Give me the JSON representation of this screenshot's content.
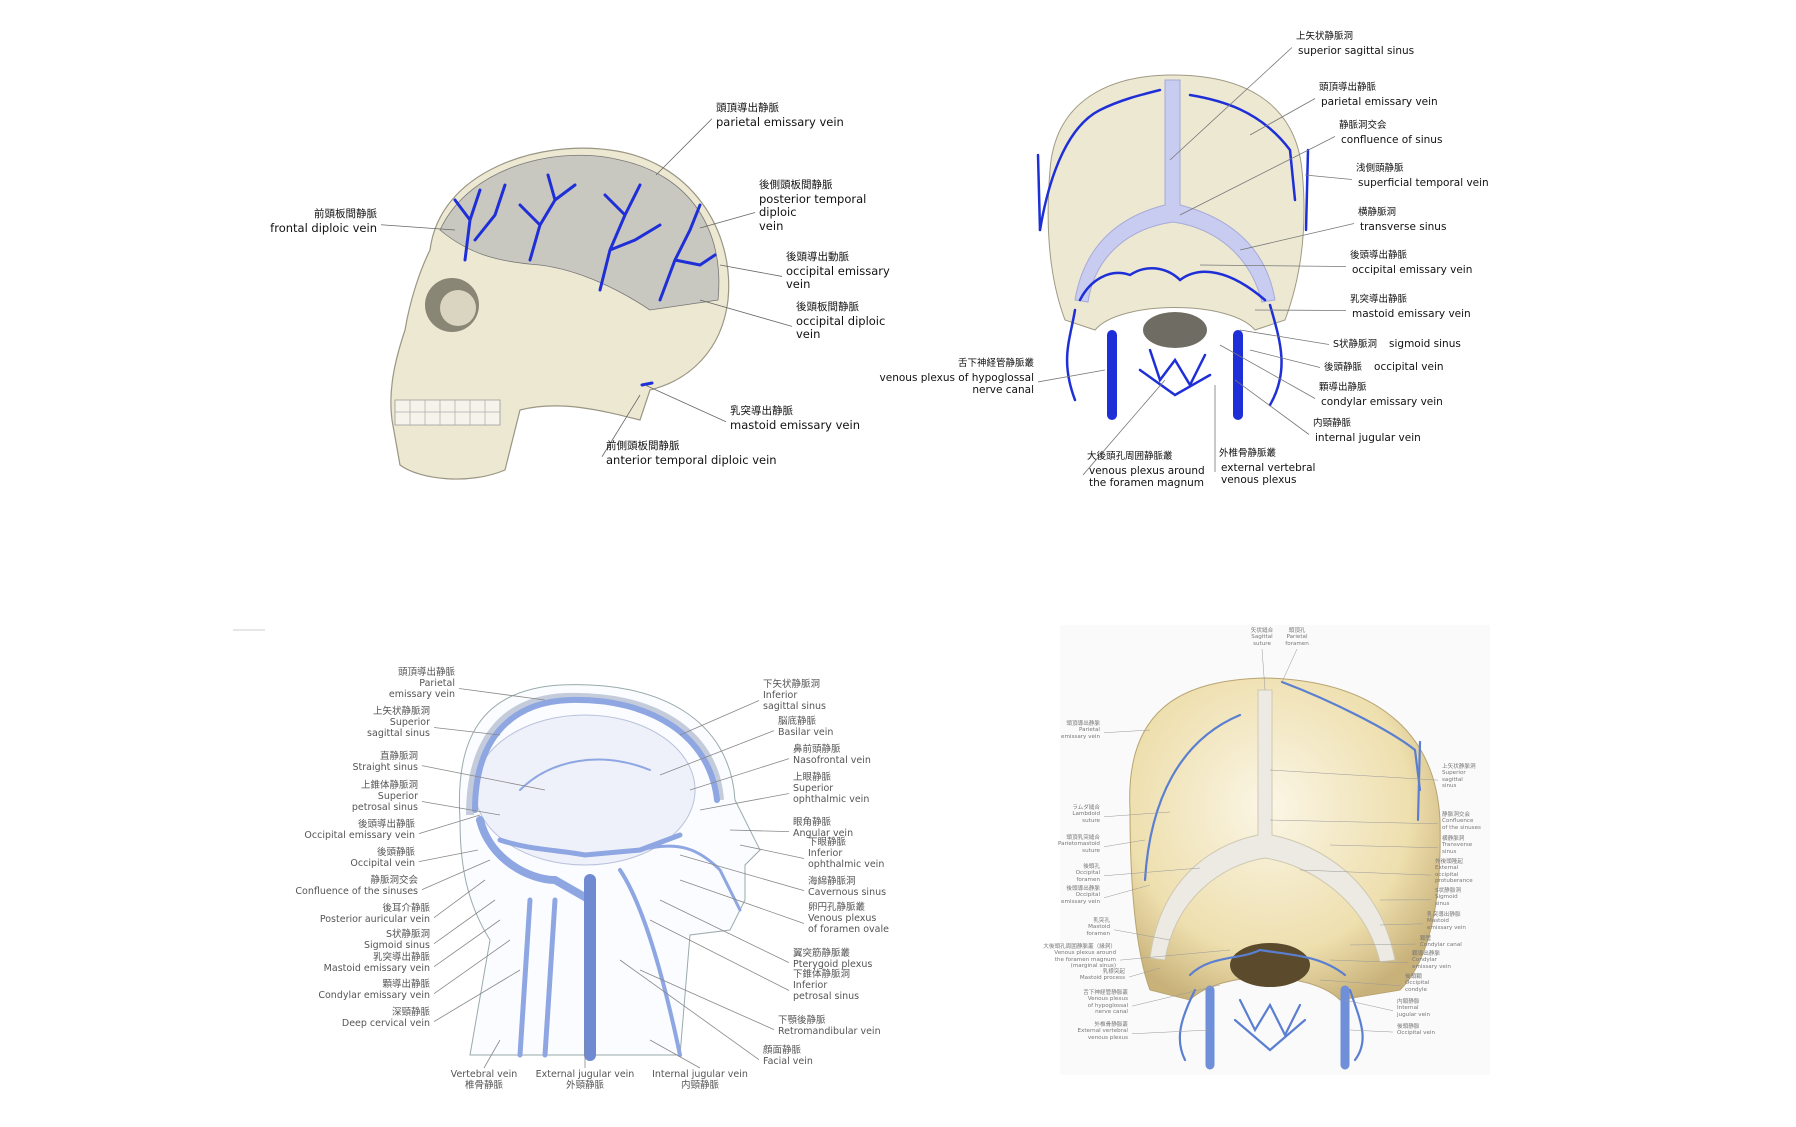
{
  "panels": [
    {
      "name": "lateral-skull-diploic-veins",
      "labels": [
        {
          "jp": "頭頂導出静脈",
          "en": "parietal emissary vein"
        },
        {
          "jp": "後側頭板間静脈",
          "en": "posterior temporal diploic\nvein"
        },
        {
          "jp": "前頭板間静脈",
          "en": "frontal diploic vein"
        },
        {
          "jp": "後頭導出動脈",
          "en": "occipital emissary vein"
        },
        {
          "jp": "後頭板間静脈",
          "en": "occipital diploic vein"
        },
        {
          "jp": "乳突導出静脈",
          "en": "mastoid emissary vein"
        },
        {
          "jp": "前側頭板間静脈",
          "en": "anterior temporal diploic vein"
        }
      ]
    },
    {
      "name": "posterior-skull-sinuses",
      "labels": [
        {
          "jp": "上矢状静脈洞",
          "en": "superior sagittal sinus"
        },
        {
          "jp": "頭頂導出静脈",
          "en": "parietal emissary vein"
        },
        {
          "jp": "静脈洞交会",
          "en": "confluence of sinus"
        },
        {
          "jp": "浅側頭静脈",
          "en": "superficial temporal vein"
        },
        {
          "jp": "横静脈洞",
          "en": "transverse sinus"
        },
        {
          "jp": "後頭導出静脈",
          "en": "occipital emissary vein"
        },
        {
          "jp": "乳突導出静脈",
          "en": "mastoid emissary vein"
        },
        {
          "jp": "S状静脈洞",
          "en": "sigmoid sinus"
        },
        {
          "jp": "後頭静脈",
          "en": "occipital vein"
        },
        {
          "jp": "顆導出静脈",
          "en": "condylar emissary vein"
        },
        {
          "jp": "内頸静脈",
          "en": "internal jugular vein"
        },
        {
          "jp": "外椎骨静脈叢",
          "en": "external vertebral\nvenous plexus"
        },
        {
          "jp": "大後頭孔周囲静脈叢",
          "en": "venous plexus around\nthe foramen magnum"
        },
        {
          "jp": "舌下神経管静脈叢",
          "en": "venous plexus of hypoglossal\nnerve canal"
        }
      ]
    },
    {
      "name": "head-venous-drainage-lateral",
      "labels": [
        {
          "jp": "頭頂導出静脈",
          "en": "Parietal\nemissary vein"
        },
        {
          "jp": "上矢状静脈洞",
          "en": "Superior\nsagittal sinus"
        },
        {
          "jp": "直静脈洞",
          "en": "Straight sinus"
        },
        {
          "jp": "上錐体静脈洞",
          "en": "Superior\npetrosal sinus"
        },
        {
          "jp": "後頭導出静脈",
          "en": "Occipital emissary vein"
        },
        {
          "jp": "後頭静脈",
          "en": "Occipital vein"
        },
        {
          "jp": "静脈洞交会",
          "en": "Confluence of the sinuses"
        },
        {
          "jp": "後耳介静脈",
          "en": "Posterior auricular vein"
        },
        {
          "jp": "S状静脈洞",
          "en": "Sigmoid sinus"
        },
        {
          "jp": "乳突導出静脈",
          "en": "Mastoid emissary vein"
        },
        {
          "jp": "顆導出静脈",
          "en": "Condylar emissary vein"
        },
        {
          "jp": "深頸静脈",
          "en": "Deep cervical vein"
        },
        {
          "jp": "下矢状静脈洞",
          "en": "Inferior\nsagittal sinus"
        },
        {
          "jp": "脳底静脈",
          "en": "Basilar vein"
        },
        {
          "jp": "鼻前頭静脈",
          "en": "Nasofrontal vein"
        },
        {
          "jp": "上眼静脈",
          "en": "Superior\nophthalmic vein"
        },
        {
          "jp": "眼角静脈",
          "en": "Angular vein"
        },
        {
          "jp": "下眼静脈",
          "en": "Inferior\nophthalmic vein"
        },
        {
          "jp": "海綿静脈洞",
          "en": "Cavernous sinus"
        },
        {
          "jp": "卵円孔静脈叢",
          "en": "Venous plexus\nof foramen ovale"
        },
        {
          "jp": "翼突筋静脈叢",
          "en": "Pterygoid plexus"
        },
        {
          "jp": "下錐体静脈洞",
          "en": "Inferior\npetrosal sinus"
        },
        {
          "jp": "下顎後静脈",
          "en": "Retromandibular vein"
        },
        {
          "jp": "顔面静脈",
          "en": "Facial vein"
        },
        {
          "jp": "椎骨静脈",
          "en": "Vertebral vein",
          "order": "en-first"
        },
        {
          "jp": "外頸静脈",
          "en": "External jugular vein",
          "order": "en-first"
        },
        {
          "jp": "内頸静脈",
          "en": "Internal jugular vein",
          "order": "en-first"
        }
      ]
    },
    {
      "name": "posterior-skull-emissary-veins",
      "labels": [
        {
          "jp": "矢状縫合",
          "en": "Sagittal\nsuture"
        },
        {
          "jp": "頭頂孔",
          "en": "Parietal\nforamen"
        },
        {
          "jp": "頭頂導出静脈",
          "en": "Parietal\nemissary vein"
        },
        {
          "jp": "ラムダ縫合",
          "en": "Lambdoid\nsuture"
        },
        {
          "jp": "頭頂乳突縫合",
          "en": "Parietomastoid\nsuture"
        },
        {
          "jp": "後頭孔",
          "en": "Occipital\nforamen"
        },
        {
          "jp": "後頭導出静脈",
          "en": "Occipital\nemissary vein"
        },
        {
          "jp": "乳突孔",
          "en": "Mastoid\nforamen"
        },
        {
          "jp": "大後頭孔周囲静脈叢（縁洞）",
          "en": "Venous plexus around\nthe foramen magnum\n(marginal sinus)"
        },
        {
          "jp": "乳様突起",
          "en": "Mastoid process"
        },
        {
          "jp": "舌下神経管静脈叢",
          "en": "Venous plexus\nof hypoglossal\nnerve canal"
        },
        {
          "jp": "外椎骨静脈叢",
          "en": "External vertebral\nvenous plexus"
        },
        {
          "jp": "上矢状静脈洞",
          "en": "Superior\nsagittal\nsinus"
        },
        {
          "jp": "静脈洞交会",
          "en": "Confluence\nof the sinuses"
        },
        {
          "jp": "横静脈洞",
          "en": "Transverse\nsinus"
        },
        {
          "jp": "外後頭隆起",
          "en": "External\noccipital\nprotuberance"
        },
        {
          "jp": "S状静脈洞",
          "en": "Sigmoid\nsinus"
        },
        {
          "jp": "乳突導出静脈",
          "en": "Mastoid\nemissary vein"
        },
        {
          "jp": "顆管",
          "en": "Condylar canal"
        },
        {
          "jp": "顆導出静脈",
          "en": "Condylar\nemissary vein"
        },
        {
          "jp": "後頭顆",
          "en": "Occipital\ncondyle"
        },
        {
          "jp": "内頸静脈",
          "en": "Internal\njugular vein"
        },
        {
          "jp": "後頭静脈",
          "en": "Occipital vein"
        }
      ]
    }
  ],
  "colors": {
    "vein_dark": "#1f2fd8",
    "sinus": "#c8ccf0",
    "bone": "#ece8d2",
    "vein_light": "#8ea6e2",
    "bone_warm": "#e9d9a6"
  }
}
